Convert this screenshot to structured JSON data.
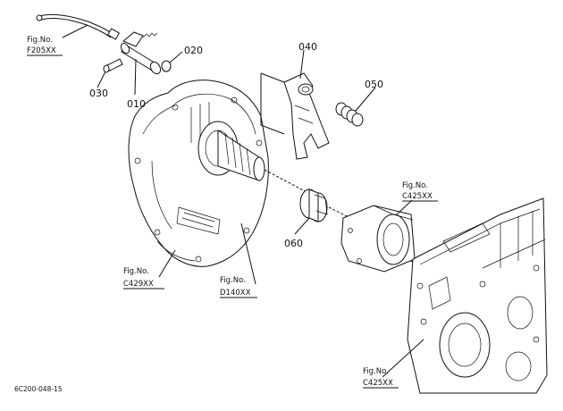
{
  "refs": [
    {
      "fig": "Fig.No.",
      "code": "F205XX"
    },
    {
      "fig": "Fig.No.",
      "code": "C429XX"
    },
    {
      "fig": "Fig.No.",
      "code": "D140XX"
    },
    {
      "fig": "Fig.No.",
      "code": "C425XX"
    },
    {
      "fig": "Fig.No.",
      "code": "C425XX"
    }
  ],
  "parts": [
    "010",
    "020",
    "030",
    "040",
    "050",
    "060"
  ],
  "footer": "6C200-048-15"
}
